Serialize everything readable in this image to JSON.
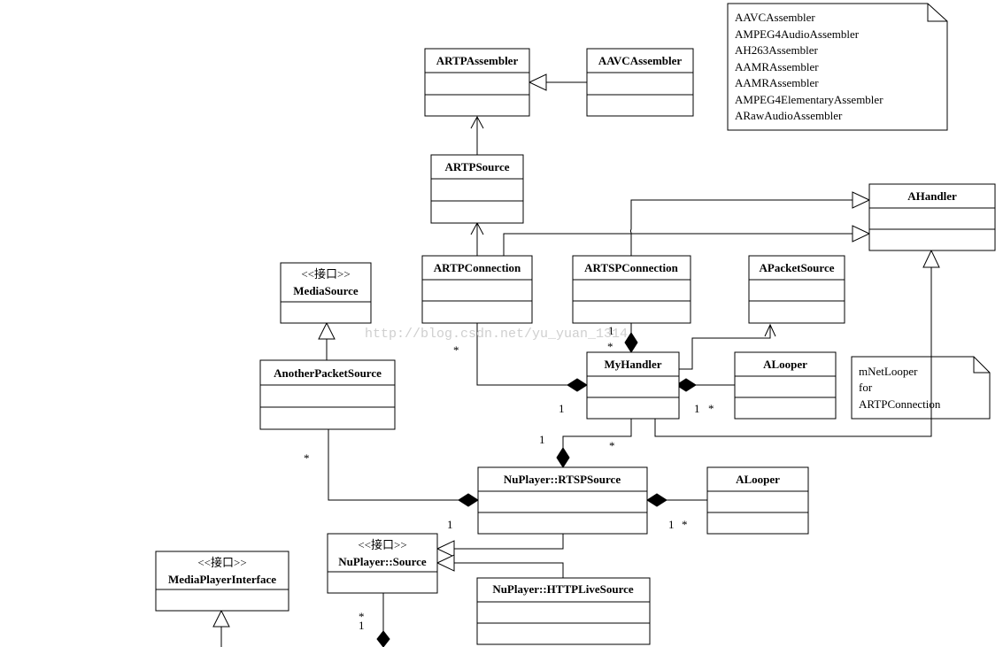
{
  "classes": {
    "artp_assembler": {
      "name": "ARTPAssembler"
    },
    "aavc_assembler": {
      "name": "AAVCAssembler"
    },
    "artp_source": {
      "name": "ARTPSource"
    },
    "ahandler": {
      "name": "AHandler"
    },
    "artp_connection": {
      "name": "ARTPConnection"
    },
    "artsp_connection": {
      "name": "ARTSPConnection"
    },
    "apacket_source": {
      "name": "APacketSource"
    },
    "media_source": {
      "stereotype": "<<接口>>",
      "name": "MediaSource"
    },
    "another_packet_source": {
      "name": "AnotherPacketSource"
    },
    "my_handler": {
      "name": "MyHandler"
    },
    "alooper_1": {
      "name": "ALooper"
    },
    "nuplayer_rtsp_source": {
      "name": "NuPlayer::RTSPSource"
    },
    "alooper_2": {
      "name": "ALooper"
    },
    "nuplayer_source": {
      "stereotype": "<<接口>>",
      "name": "NuPlayer::Source"
    },
    "nuplayer_http_live_source": {
      "name": "NuPlayer::HTTPLiveSource"
    },
    "media_player_interface": {
      "stereotype": "<<接口>>",
      "name": "MediaPlayerInterface"
    }
  },
  "notes": {
    "assemblers": {
      "lines": [
        "AAVCAssembler",
        "AMPEG4AudioAssembler",
        "AH263Assembler",
        "AAMRAssembler",
        "AAMRAssembler",
        "AMPEG4ElementaryAssembler",
        "ARawAudioAssembler"
      ]
    },
    "net_looper": {
      "lines": [
        "mNetLooper",
        "for",
        "ARTPConnection"
      ]
    }
  },
  "multiplicities": {
    "artp_conn_star": "*",
    "artsp_conn_one": "1",
    "artsp_conn_star": "*",
    "myhandler_left_one": "1",
    "myhandler_right_one": "1",
    "alooper1_star": "*",
    "myhandler_bottom_one": "1",
    "myhandler_bottom_star": "*",
    "another_star": "*",
    "rtsp_left_one": "1",
    "rtsp_right_one": "1",
    "alooper2_star": "*",
    "source_star": "*",
    "source_one": "1"
  },
  "watermark": "http://blog.csdn.net/yu_yuan_1314"
}
